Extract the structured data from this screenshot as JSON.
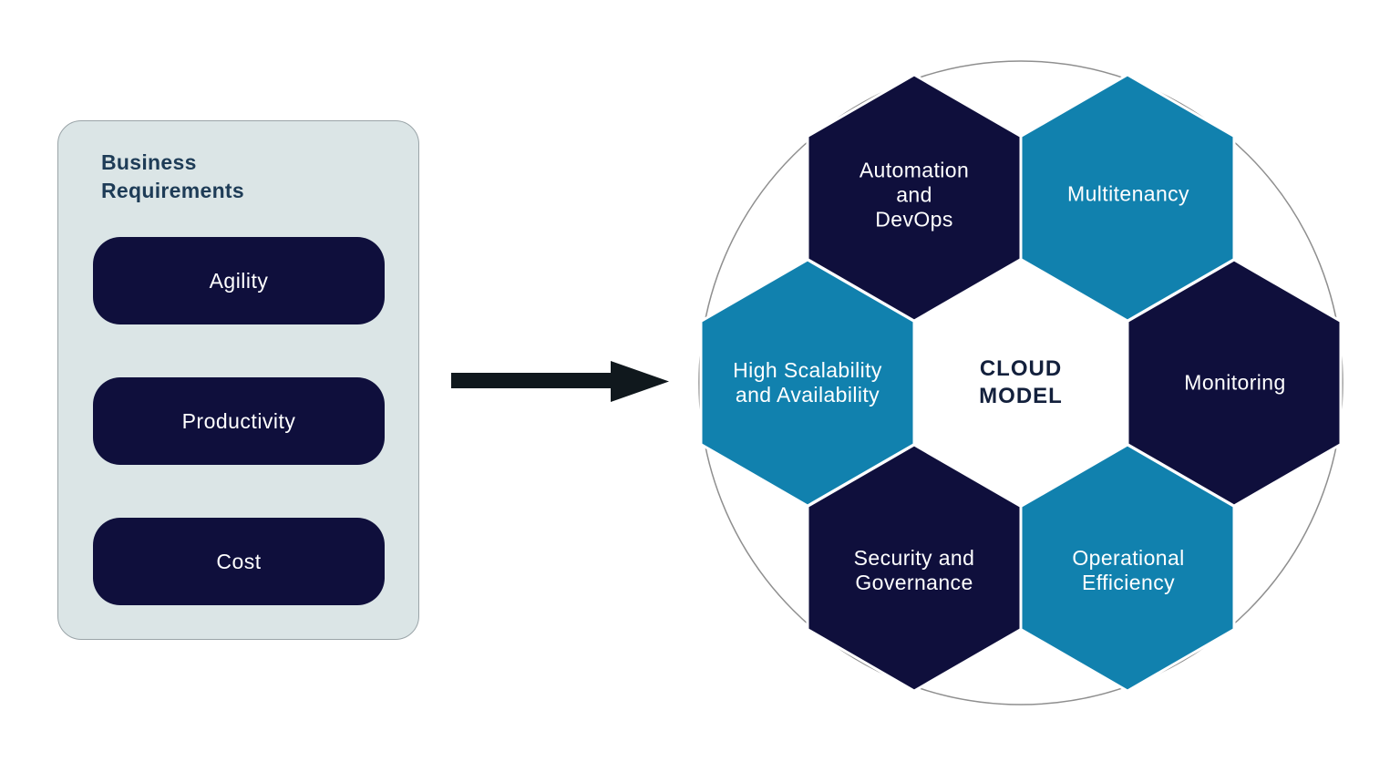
{
  "colors": {
    "navy": "#0f0f3c",
    "teal": "#1181ae",
    "panel_bg": "#dbe5e6",
    "panel_border": "#9aa4a8",
    "title_text": "#1e3c57",
    "arrow": "#10181d",
    "circle_stroke": "#8f8f8f",
    "label_text": "#ffffff",
    "center_text": "#13203c",
    "page_bg": "#ffffff"
  },
  "panel": {
    "title": "Business\nRequirements",
    "items": [
      {
        "label": "Agility"
      },
      {
        "label": "Productivity"
      },
      {
        "label": "Cost"
      }
    ]
  },
  "diagram": {
    "center": {
      "label": "CLOUD\nMODEL"
    },
    "hexagons": [
      {
        "id": "automation-devops",
        "label": "Automation\nand\nDevOps",
        "color": "navy"
      },
      {
        "id": "multitenancy",
        "label": "Multitenancy",
        "color": "teal"
      },
      {
        "id": "monitoring",
        "label": "Monitoring",
        "color": "navy"
      },
      {
        "id": "high-scalability-availability",
        "label": "High Scalability\nand Availability",
        "color": "teal"
      },
      {
        "id": "security-governance",
        "label": "Security and\nGovernance",
        "color": "navy"
      },
      {
        "id": "operational-efficiency",
        "label": "Operational\nEfficiency",
        "color": "teal"
      }
    ]
  }
}
